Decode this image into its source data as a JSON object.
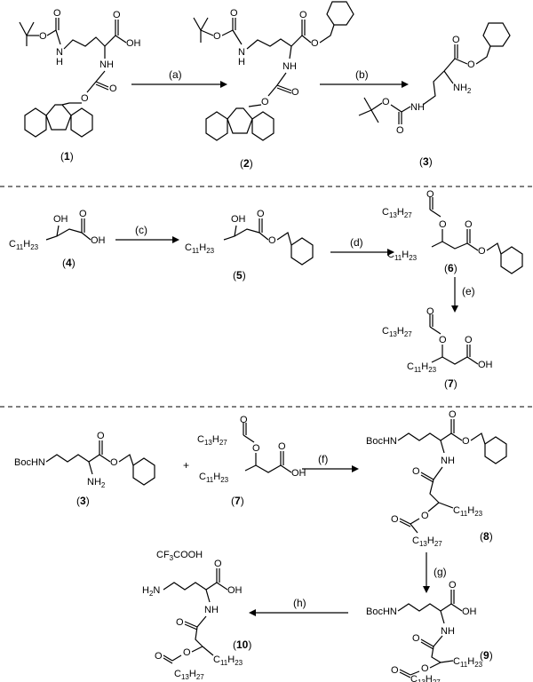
{
  "conditions": [
    "(a)",
    "(b)",
    "(c)",
    "(d)",
    "(e)",
    "(f)",
    "(g)",
    "(h)"
  ],
  "compounds": [
    {
      "number": "1"
    },
    {
      "number": "2"
    },
    {
      "number": "3"
    },
    {
      "number": "4"
    },
    {
      "number": "5"
    },
    {
      "number": "6"
    },
    {
      "number": "7"
    },
    {
      "number": "3"
    },
    {
      "number": "7"
    },
    {
      "number": "8"
    },
    {
      "number": "9"
    },
    {
      "number": "10"
    }
  ],
  "atoms": {
    "oh": "OH",
    "o": "O",
    "nh": "NH",
    "n": "N",
    "h": "H",
    "h2": "2",
    "nh2_n": "NH",
    "nh2_2": "2",
    "h2n": "H",
    "h2n_n": "N",
    "c": "C",
    "h_": "H",
    "sub11": "11",
    "sub23": "23",
    "sub13": "13",
    "sub27": "27",
    "boc": "BocHN",
    "tfa": "CF",
    "tfa_3": "3",
    "tfa_rest": "COOH"
  },
  "plus": "+",
  "colors": {
    "ink": "#000000",
    "background": "#ffffff"
  }
}
